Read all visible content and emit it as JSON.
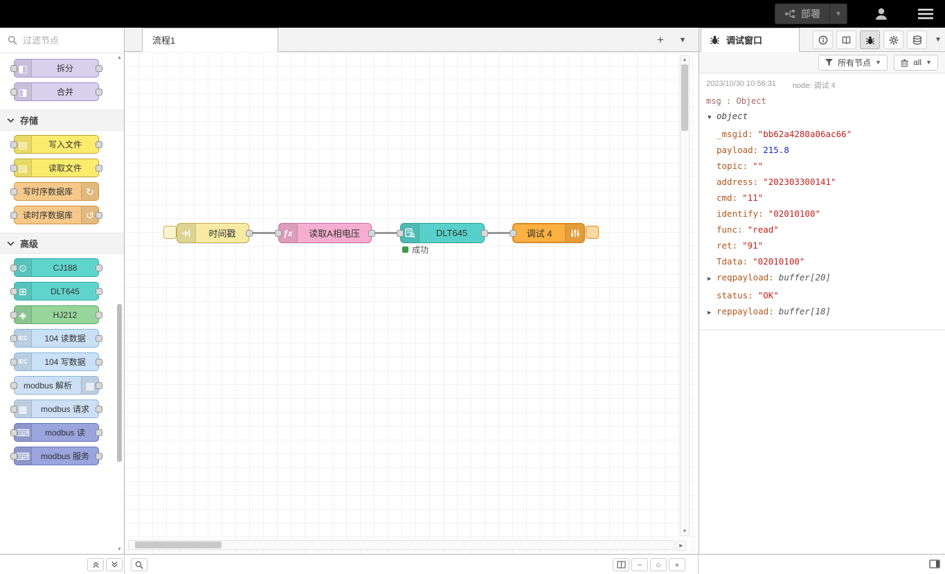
{
  "colors": {
    "header_bg": "#000000",
    "wire": "#979797",
    "port_fill": "#d9d9d9",
    "debug_key": "#b0561a",
    "debug_string": "#c21f1a",
    "debug_number": "#1524c9",
    "status_green": "#3f9b45"
  },
  "header": {
    "deploy_label": "部署"
  },
  "palette": {
    "search_placeholder": "过滤节点",
    "top_items": [
      {
        "label": "拆分",
        "bg": "#d9d0ee",
        "border": "#9f92cc",
        "glyph": "◧",
        "icon": "split-icon",
        "variant": "icon-left ports-both"
      },
      {
        "label": "合并",
        "bg": "#d9d0ee",
        "border": "#9f92cc",
        "glyph": "◨",
        "icon": "join-icon",
        "variant": "icon-left ports-both"
      }
    ],
    "categories": [
      {
        "label": "存储",
        "items": [
          {
            "label": "写入文件",
            "bg": "#fcec6e",
            "border": "#bfa030",
            "glyph": "▤",
            "icon": "file-write-icon",
            "variant": "icon-left ports-both"
          },
          {
            "label": "读取文件",
            "bg": "#fcec6e",
            "border": "#bfa030",
            "glyph": "▤",
            "icon": "file-read-icon",
            "variant": "icon-left ports-both"
          },
          {
            "label": "写时序数据库",
            "bg": "#f6c98b",
            "border": "#cf9136",
            "glyph": "↻",
            "icon": "tsdb-write-icon",
            "variant": "icon-right ports-left"
          },
          {
            "label": "读时序数据库",
            "bg": "#f6c98b",
            "border": "#cf9136",
            "glyph": "↺",
            "icon": "tsdb-read-icon",
            "variant": "icon-right ports-both"
          }
        ]
      },
      {
        "label": "高级",
        "items": [
          {
            "label": "CJ188",
            "bg": "#5fd4cd",
            "border": "#2fada4",
            "glyph": "⊙",
            "icon": "cj188-meter-icon",
            "variant": "icon-left ports-both"
          },
          {
            "label": "DLT645",
            "bg": "#5fd4cd",
            "border": "#2fada4",
            "glyph": "⊞",
            "icon": "dlt645-meter-icon",
            "variant": "icon-left ports-both"
          },
          {
            "label": "HJ212",
            "bg": "#97d59b",
            "border": "#5aab60",
            "glyph": "◈",
            "icon": "hj212-icon",
            "variant": "icon-left ports-both"
          },
          {
            "label": "104 读数据",
            "bg": "#c9e0f6",
            "border": "#86b4dd",
            "glyph": "IEC",
            "icon": "iec104-read-icon",
            "variant": "icon-left ports-both glyph-text"
          },
          {
            "label": "104 写数据",
            "bg": "#c9e0f6",
            "border": "#86b4dd",
            "glyph": "IEC",
            "icon": "iec104-write-icon",
            "variant": "icon-left ports-both glyph-text"
          },
          {
            "label": "modbus 解析",
            "bg": "#cddff4",
            "border": "#8fb2d9",
            "glyph": "▦",
            "icon": "modbus-parse-icon",
            "variant": "icon-right ports-both"
          },
          {
            "label": "modbus 请求",
            "bg": "#cddff4",
            "border": "#8fb2d9",
            "glyph": "▦",
            "icon": "modbus-request-icon",
            "variant": "icon-left ports-both"
          },
          {
            "label": "modbus 读",
            "bg": "#9aa4dd",
            "border": "#6873bd",
            "glyph": "⌨",
            "icon": "modbus-read-icon",
            "variant": "icon-left ports-both"
          },
          {
            "label": "modbus 服务",
            "bg": "#9aa4dd",
            "border": "#6873bd",
            "glyph": "⌨",
            "icon": "modbus-serve-icon",
            "variant": "icon-left ports-both"
          }
        ]
      }
    ]
  },
  "workspace": {
    "tab_label": "流程1",
    "nodes": {
      "inject": {
        "label": "时间戳",
        "bg": "#f7eba4",
        "border": "#c9ae4e",
        "button_bg": "#fbf3cf"
      },
      "function": {
        "label": "读取A相电压",
        "bg": "#f5aed0",
        "border": "#cf6da4"
      },
      "dlt645": {
        "label": "DLT645",
        "bg": "#57d0c9",
        "border": "#2aa49c",
        "status": "成功",
        "status_color": "#3f9b45"
      },
      "debug": {
        "label": "调试 4",
        "bg": "#fbb040",
        "border": "#dd8c21",
        "button_bg": "#fcd9a2"
      }
    }
  },
  "right_panel": {
    "title": "调试窗口",
    "filter_all_nodes": "所有节点",
    "clear_label": "all",
    "debug": {
      "meta_time": "2023/10/30 10:56:31",
      "meta_node": "node: 调试 4",
      "msg_line": "msg : Object",
      "entries": [
        {
          "caret": "▼",
          "key": "object",
          "kclass": "k-obj",
          "value": "",
          "vclass": ""
        },
        {
          "caret": "",
          "key": "_msgid:",
          "kclass": "",
          "value": "\"bb62a4280a06ac66\"",
          "vclass": "v-string"
        },
        {
          "caret": "",
          "key": "payload:",
          "kclass": "",
          "value": "215.8",
          "vclass": "v-number"
        },
        {
          "caret": "",
          "key": "topic:",
          "kclass": "",
          "value": "\"\"",
          "vclass": "v-string"
        },
        {
          "caret": "",
          "key": "address:",
          "kclass": "",
          "value": "\"202303300141\"",
          "vclass": "v-string"
        },
        {
          "caret": "",
          "key": "cmd:",
          "kclass": "",
          "value": "\"11\"",
          "vclass": "v-string"
        },
        {
          "caret": "",
          "key": "identify:",
          "kclass": "",
          "value": "\"02010100\"",
          "vclass": "v-string"
        },
        {
          "caret": "",
          "key": "func:",
          "kclass": "",
          "value": "\"read\"",
          "vclass": "v-string"
        },
        {
          "caret": "",
          "key": "ret:",
          "kclass": "",
          "value": "\"91\"",
          "vclass": "v-string"
        },
        {
          "caret": "",
          "key": "Tdata:",
          "kclass": "",
          "value": "\"02010100\"",
          "vclass": "v-string"
        },
        {
          "caret": "▶",
          "key": "reqpayload:",
          "kclass": "",
          "value": "buffer[20]",
          "vclass": "v-buffer"
        },
        {
          "caret": "",
          "key": "status:",
          "kclass": "",
          "value": "\"OK\"",
          "vclass": "v-string"
        },
        {
          "caret": "▶",
          "key": "reppayload:",
          "kclass": "",
          "value": "buffer[18]",
          "vclass": "v-buffer"
        }
      ]
    }
  }
}
